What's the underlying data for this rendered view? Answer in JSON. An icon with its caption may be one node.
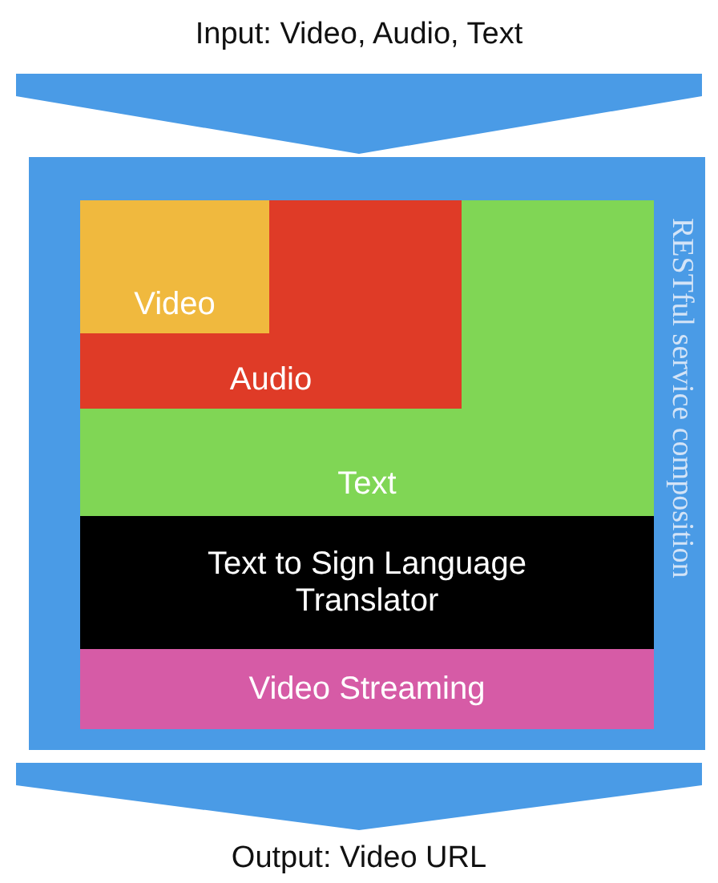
{
  "diagram": {
    "nodes": [
      {
        "text": [
          "Input: Video, Audio, Text"
        ]
      },
      {
        "text": [
          "RESTful service composition"
        ]
      },
      {
        "text": [
          "Text"
        ],
        "in": 1
      },
      {
        "text": [
          "Audio"
        ],
        "in": 2
      },
      {
        "text": [
          "Video"
        ],
        "in": 3
      },
      {
        "text": [
          "Text to Sign Language Translator"
        ],
        "in": 1
      },
      {
        "text": [
          "Video Streaming"
        ],
        "in": 1
      },
      {
        "text": [
          "Output: Video URL"
        ]
      }
    ],
    "edges": [
      {
        "from": 0,
        "to": 1,
        "arrow": "to"
      },
      {
        "from": 1,
        "to": 7,
        "arrow": "to"
      }
    ]
  }
}
